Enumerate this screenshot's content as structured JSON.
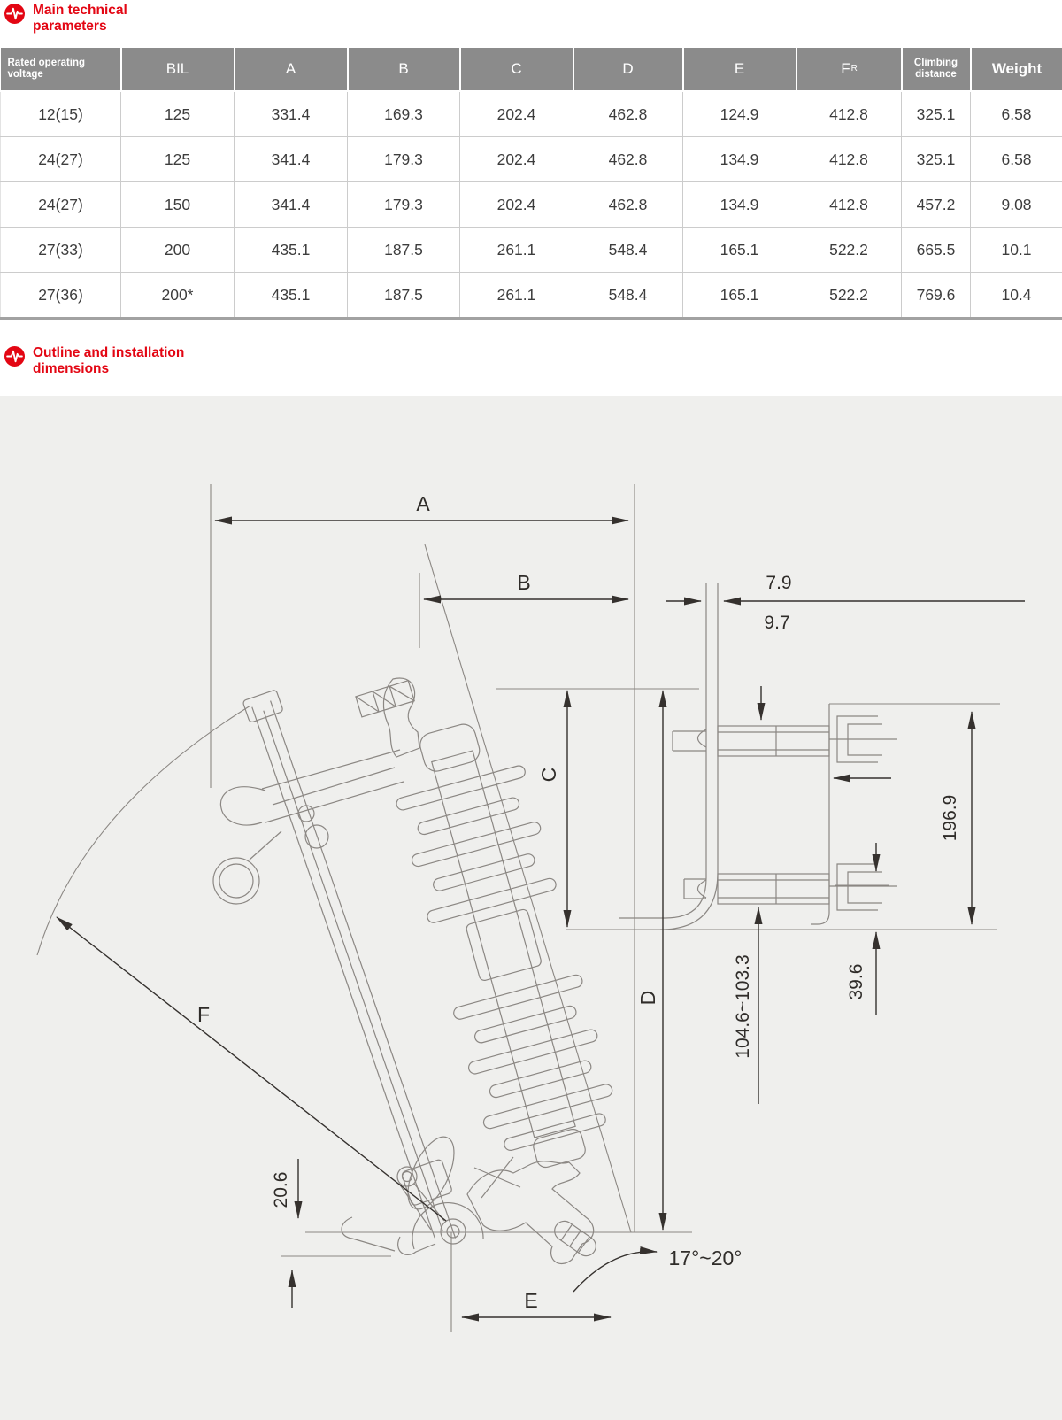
{
  "colors": {
    "accent_red": "#e30613",
    "table_header_bg": "#8b8b8b",
    "panel_bg": "#efefed",
    "drawing_line": "#8b8783",
    "dimension_line": "#35312e"
  },
  "sections": {
    "params": {
      "icon": "pulse-icon",
      "line1": "Main technical",
      "line2": "parameters"
    },
    "outline": {
      "icon": "pulse-icon",
      "line1": "Outline and installation",
      "line2": "dimensions"
    }
  },
  "table": {
    "header": [
      "Rated operating voltage",
      "BIL",
      "A",
      "B",
      "C",
      "D",
      "E",
      "F",
      "Climbing distance",
      "Weight"
    ],
    "f_subscript": "R",
    "rows": [
      [
        "12(15)",
        "125",
        "331.4",
        "169.3",
        "202.4",
        "462.8",
        "124.9",
        "412.8",
        "325.1",
        "6.58"
      ],
      [
        "24(27)",
        "125",
        "341.4",
        "179.3",
        "202.4",
        "462.8",
        "134.9",
        "412.8",
        "325.1",
        "6.58"
      ],
      [
        "24(27)",
        "150",
        "341.4",
        "179.3",
        "202.4",
        "462.8",
        "134.9",
        "412.8",
        "457.2",
        "9.08"
      ],
      [
        "27(33)",
        "200",
        "435.1",
        "187.5",
        "261.1",
        "548.4",
        "165.1",
        "522.2",
        "665.5",
        "10.1"
      ],
      [
        "27(36)",
        "200*",
        "435.1",
        "187.5",
        "261.1",
        "548.4",
        "165.1",
        "522.2",
        "769.6",
        "10.4"
      ]
    ]
  },
  "drawing": {
    "dims": {
      "A": "A",
      "B": "B",
      "C": "C",
      "D": "D",
      "E": "E",
      "F": "F",
      "plate_thickness_1": "7.9",
      "plate_thickness_2": "9.7",
      "bracket_height": "196.9",
      "hole_span": "104.6~103.3",
      "hole_edge": "39.6",
      "base_offset": "20.6",
      "mount_angle": "17°~20°"
    }
  }
}
